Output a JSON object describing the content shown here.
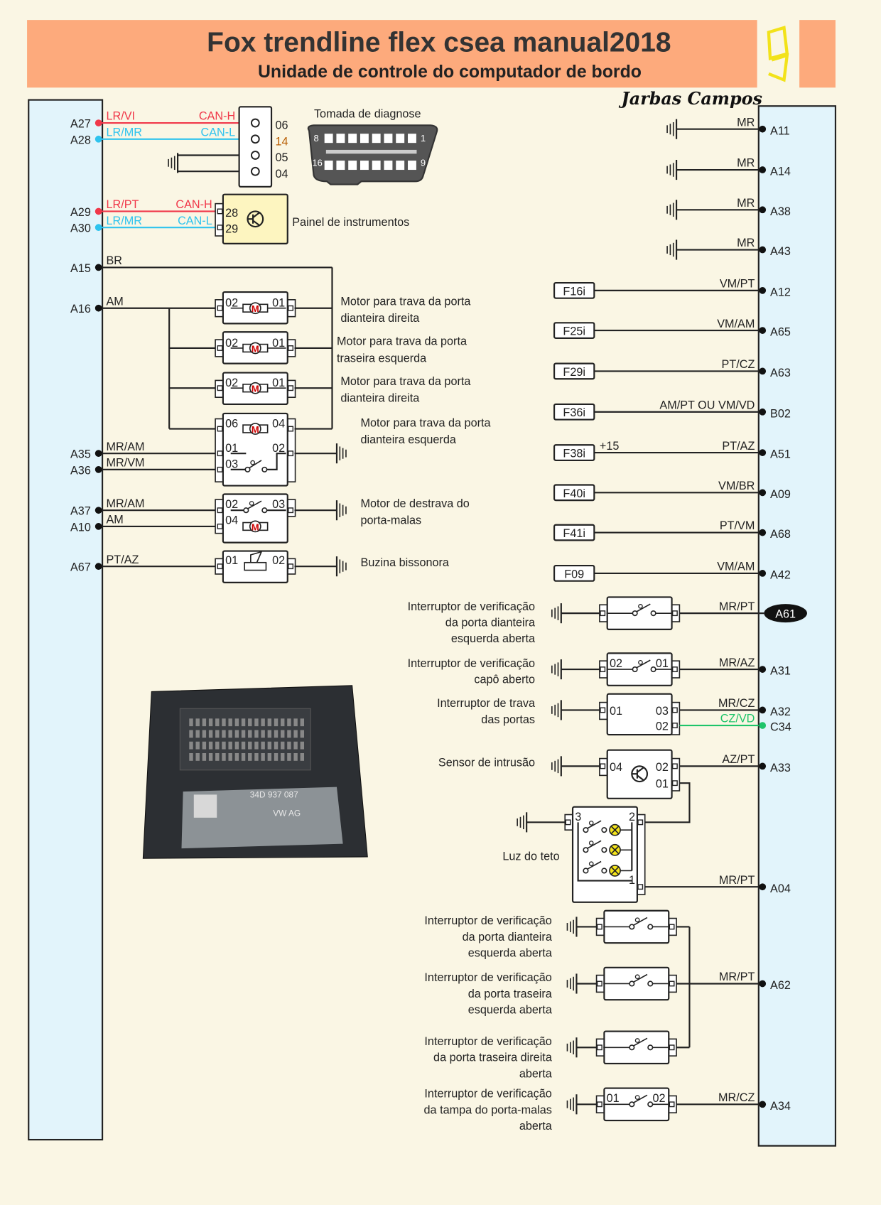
{
  "header": {
    "title": "Fox trendline flex csea manual2018",
    "subtitle": "Unidade de controle do computador de bordo",
    "author": "Jarbas Campos"
  },
  "colors": {
    "header_bg": "#fdaa7c",
    "panel": "#e2f4fb",
    "can_h": "#f0384a",
    "can_l": "#2ec3ee",
    "cz_vd": "#1ec46a",
    "page_bg": "#faf6e4",
    "logo": "#f2e21a"
  },
  "diagnose": {
    "label": "Tomada de diagnose",
    "pins": [
      "06",
      "14",
      "05",
      "04"
    ],
    "obd_pins": [
      "8",
      "1",
      "16",
      "9"
    ]
  },
  "left": {
    "pins": [
      {
        "id": "A27",
        "wire": "LR/VI",
        "signal": "CAN-H"
      },
      {
        "id": "A28",
        "wire": "LR/MR",
        "signal": "CAN-L"
      },
      {
        "id": "A29",
        "wire": "LR/PT",
        "signal": "CAN-H"
      },
      {
        "id": "A30",
        "wire": "LR/MR",
        "signal": "CAN-L"
      },
      {
        "id": "A15",
        "wire": "BR",
        "signal": ""
      },
      {
        "id": "A16",
        "wire": "AM",
        "signal": ""
      },
      {
        "id": "A35",
        "wire": "MR/AM",
        "signal": ""
      },
      {
        "id": "A36",
        "wire": "MR/VM",
        "signal": ""
      },
      {
        "id": "A37",
        "wire": "MR/AM",
        "signal": ""
      },
      {
        "id": "A10",
        "wire": "AM",
        "signal": ""
      },
      {
        "id": "A67",
        "wire": "PT/AZ",
        "signal": ""
      }
    ],
    "components": [
      {
        "label": [
          "Painel de instrumentos"
        ],
        "pins": [
          "28",
          "29"
        ]
      },
      {
        "label": [
          "Motor para trava da porta",
          "dianteira direita"
        ],
        "pins": [
          "02",
          "01"
        ]
      },
      {
        "label": [
          "Motor para trava da porta",
          "traseira esquerda"
        ],
        "pins": [
          "02",
          "01"
        ]
      },
      {
        "label": [
          "Motor para trava da porta",
          "dianteira direita"
        ],
        "pins": [
          "02",
          "01"
        ]
      },
      {
        "label": [
          "Motor para trava da porta",
          "dianteira esquerda"
        ],
        "pins": [
          "06",
          "04",
          "01",
          "02",
          "03"
        ]
      },
      {
        "label": [
          "Motor de destrava do",
          "porta-malas"
        ],
        "pins": [
          "02",
          "03",
          "04"
        ]
      },
      {
        "label": [
          "Buzina bissonora"
        ],
        "pins": [
          "01",
          "02"
        ]
      }
    ]
  },
  "right": {
    "pins": [
      {
        "id": "A11",
        "wire": "MR",
        "fuse": ""
      },
      {
        "id": "A14",
        "wire": "MR",
        "fuse": ""
      },
      {
        "id": "A38",
        "wire": "MR",
        "fuse": ""
      },
      {
        "id": "A43",
        "wire": "MR",
        "fuse": ""
      },
      {
        "id": "A12",
        "wire": "VM/PT",
        "fuse": "F16i"
      },
      {
        "id": "A65",
        "wire": "VM/AM",
        "fuse": "F25i"
      },
      {
        "id": "A63",
        "wire": "PT/CZ",
        "fuse": "F29i"
      },
      {
        "id": "B02",
        "wire": "AM/PT OU VM/VD",
        "fuse": "F36i"
      },
      {
        "id": "A51",
        "wire": "PT/AZ",
        "fuse": "F38i",
        "note": "+15"
      },
      {
        "id": "A09",
        "wire": "VM/BR",
        "fuse": "F40i"
      },
      {
        "id": "A68",
        "wire": "PT/VM",
        "fuse": "F41i"
      },
      {
        "id": "A42",
        "wire": "VM/AM",
        "fuse": "F09"
      },
      {
        "id": "A61",
        "wire": "MR/PT"
      },
      {
        "id": "A31",
        "wire": "MR/AZ"
      },
      {
        "id": "A32",
        "wire": "MR/CZ"
      },
      {
        "id": "C34",
        "wire": "CZ/VD"
      },
      {
        "id": "A33",
        "wire": "AZ/PT"
      },
      {
        "id": "A04",
        "wire": "MR/PT"
      },
      {
        "id": "A62",
        "wire": "MR/PT"
      },
      {
        "id": "A34",
        "wire": "MR/CZ"
      }
    ],
    "components": [
      {
        "label": [
          "Interruptor de verificação",
          "da porta dianteira",
          "esquerda aberta"
        ],
        "pins": []
      },
      {
        "label": [
          "Interruptor de verificação",
          "capô aberto"
        ],
        "pins": [
          "02",
          "01"
        ]
      },
      {
        "label": [
          "Interruptor de trava",
          "das portas"
        ],
        "pins": [
          "01",
          "03",
          "02"
        ]
      },
      {
        "label": [
          "Sensor de intrusão"
        ],
        "pins": [
          "04",
          "02",
          "01"
        ]
      },
      {
        "label": [
          "Luz do teto"
        ],
        "pins": [
          "3",
          "2",
          "1"
        ]
      },
      {
        "label": [
          "Interruptor de verificação",
          "da porta dianteira",
          "esquerda aberta"
        ],
        "pins": []
      },
      {
        "label": [
          "Interruptor de verificação",
          "da porta traseira",
          "esquerda aberta"
        ],
        "pins": []
      },
      {
        "label": [
          "Interruptor de verificação",
          "da porta traseira direita",
          "aberta"
        ],
        "pins": []
      },
      {
        "label": [
          "Interruptor de verificação",
          "da tampa do porta-malas",
          "aberta"
        ],
        "pins": [
          "01",
          "02"
        ]
      }
    ]
  },
  "module_photo": {
    "label_lines": [
      "34D 937 087",
      "VW AG"
    ]
  }
}
